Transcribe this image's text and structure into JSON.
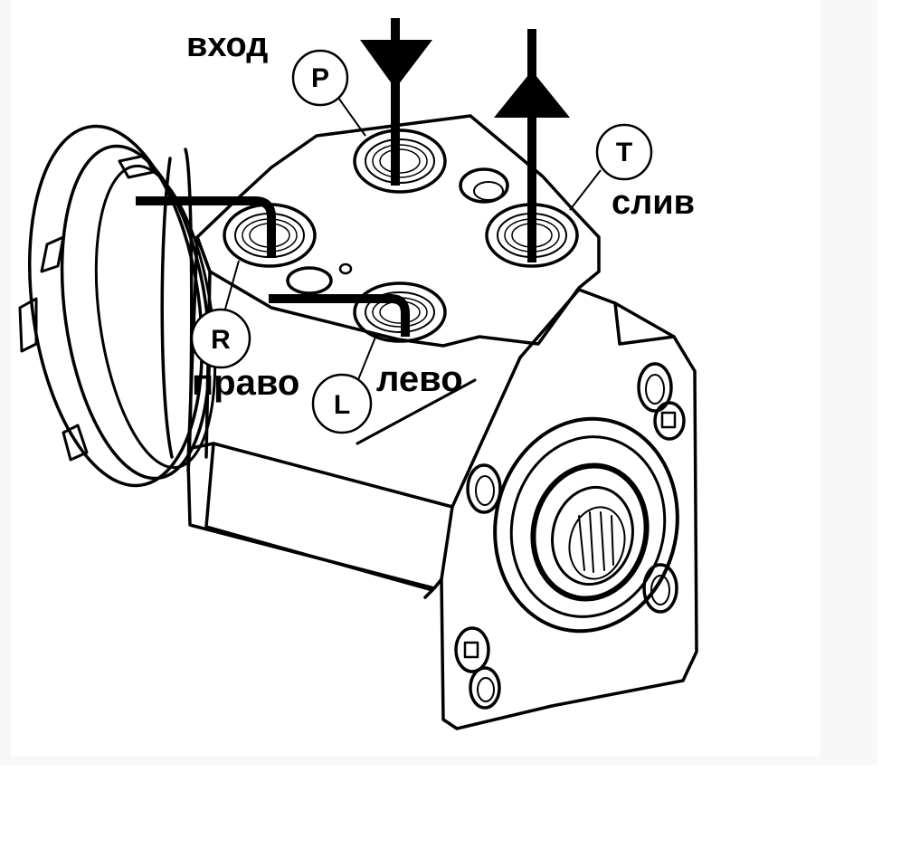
{
  "diagram": {
    "labels": {
      "inlet": "вход",
      "drain": "слив",
      "right": "право",
      "left": "лево"
    },
    "ports": {
      "P": "P",
      "T": "T",
      "R": "R",
      "L": "L"
    },
    "colors": {
      "ink": "#000000",
      "paper": "#ffffff",
      "panel": "#f7f7f7"
    }
  }
}
